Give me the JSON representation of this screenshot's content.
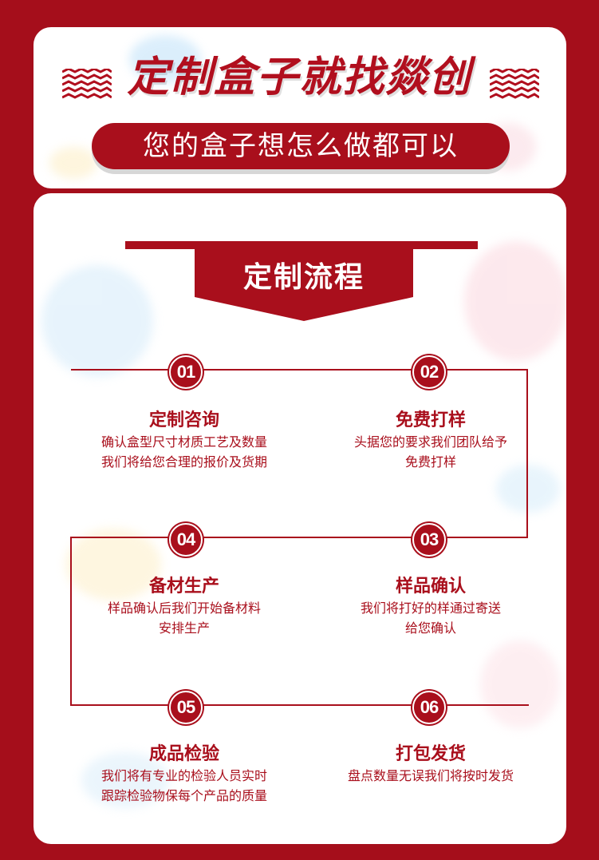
{
  "header": {
    "headline": "定制盒子就找燚创",
    "subheadline": "您的盒子想怎么做都可以"
  },
  "section": {
    "title": "定制流程"
  },
  "steps": [
    {
      "num": "01",
      "title": "定制咨询",
      "desc": "确认盒型尺寸材质工艺及数量\n我们将给您合理的报价及货期"
    },
    {
      "num": "02",
      "title": "免费打样",
      "desc": "头据您的要求我们团队给予\n免费打样"
    },
    {
      "num": "03",
      "title": "样品确认",
      "desc": "我们将打好的样通过寄送\n给您确认"
    },
    {
      "num": "04",
      "title": "备材生产",
      "desc": "样品确认后我们开始备材料\n安排生产"
    },
    {
      "num": "05",
      "title": "成品检验",
      "desc": "我们将有专业的检验人员实时\n跟踪检验物保每个产品的质量"
    },
    {
      "num": "06",
      "title": "打包发货",
      "desc": "盘点数量无误我们将按时发货"
    }
  ],
  "colors": {
    "brand": "#a90f1c",
    "background": "#a50e1b",
    "card": "#ffffff"
  }
}
